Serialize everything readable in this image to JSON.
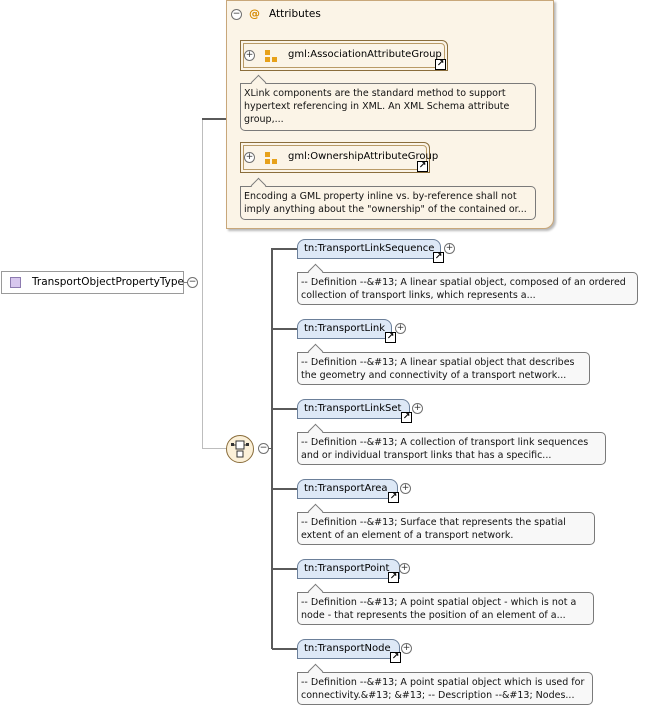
{
  "root": {
    "label": "TransportObjectPropertyType"
  },
  "attributes": {
    "title": "Attributes",
    "at_symbol": "@",
    "collapse_symbol": "−",
    "groups": [
      {
        "label": "gml:AssociationAttributeGroup",
        "expand_symbol": "+",
        "link_symbol": "↗",
        "doc": "XLink components are the standard method to support hypertext referencing in XML. An XML Schema attribute group,..."
      },
      {
        "label": "gml:OwnershipAttributeGroup",
        "expand_symbol": "+",
        "link_symbol": "↗",
        "doc": "Encoding a GML property inline vs. by-reference shall not imply anything about the \"ownership\" of the contained or..."
      }
    ]
  },
  "sequence": {
    "collapse_symbol": "−"
  },
  "elements": [
    {
      "label": "tn:TransportLinkSequence",
      "link_symbol": "↗",
      "expand_symbol": "+",
      "doc": "-- Definition --&#13; A linear spatial object, composed of an ordered collection of transport links, which represents a..."
    },
    {
      "label": "tn:TransportLink",
      "link_symbol": "↗",
      "expand_symbol": "+",
      "doc": "-- Definition --&#13; A linear spatial object that describes the geometry and connectivity of a transport network..."
    },
    {
      "label": "tn:TransportLinkSet",
      "link_symbol": "↗",
      "expand_symbol": "+",
      "doc": "-- Definition --&#13; A collection of transport link sequences and or individual transport links that has a specific..."
    },
    {
      "label": "tn:TransportArea",
      "link_symbol": "↗",
      "expand_symbol": "+",
      "doc": "-- Definition --&#13; Surface that represents the spatial extent of an element of a transport network."
    },
    {
      "label": "tn:TransportPoint",
      "link_symbol": "↗",
      "expand_symbol": "+",
      "doc": "-- Definition --&#13; A point spatial object - which is not a node - that represents the position of an element of a..."
    },
    {
      "label": "tn:TransportNode",
      "link_symbol": "↗",
      "expand_symbol": "+",
      "doc": "-- Definition --&#13; A point spatial object which is used for connectivity.&#13; &#13; -- Description --&#13; Nodes..."
    }
  ]
}
